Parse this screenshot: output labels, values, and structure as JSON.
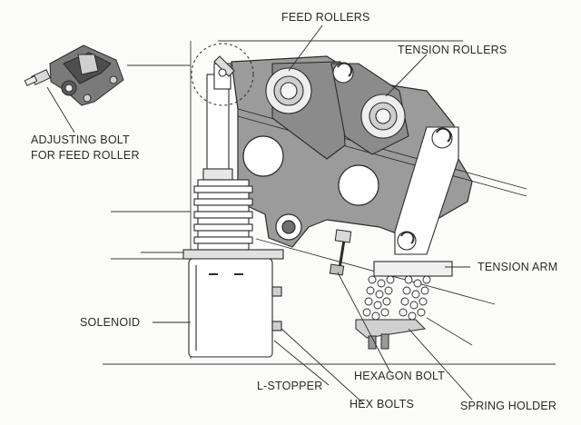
{
  "labels": {
    "feed_rollers": "FEED ROLLERS",
    "tension_rollers": "TENSION ROLLERS",
    "adjusting_bolt_line1": "ADJUSTING BOLT",
    "adjusting_bolt_line2": "FOR FEED ROLLER",
    "tension_arm": "TENSION ARM",
    "solenoid": "SOLENOID",
    "l_stopper": "L-STOPPER",
    "hexagon_bolt": "HEXAGON BOLT",
    "hex_bolts": "HEX BOLTS",
    "spring_holder": "SPRING HOLDER"
  },
  "colors": {
    "line": "#2b2b2b",
    "body_fill": "#9a9a9a",
    "body_dark": "#6f6f6f",
    "light_fill": "#ffffff"
  }
}
